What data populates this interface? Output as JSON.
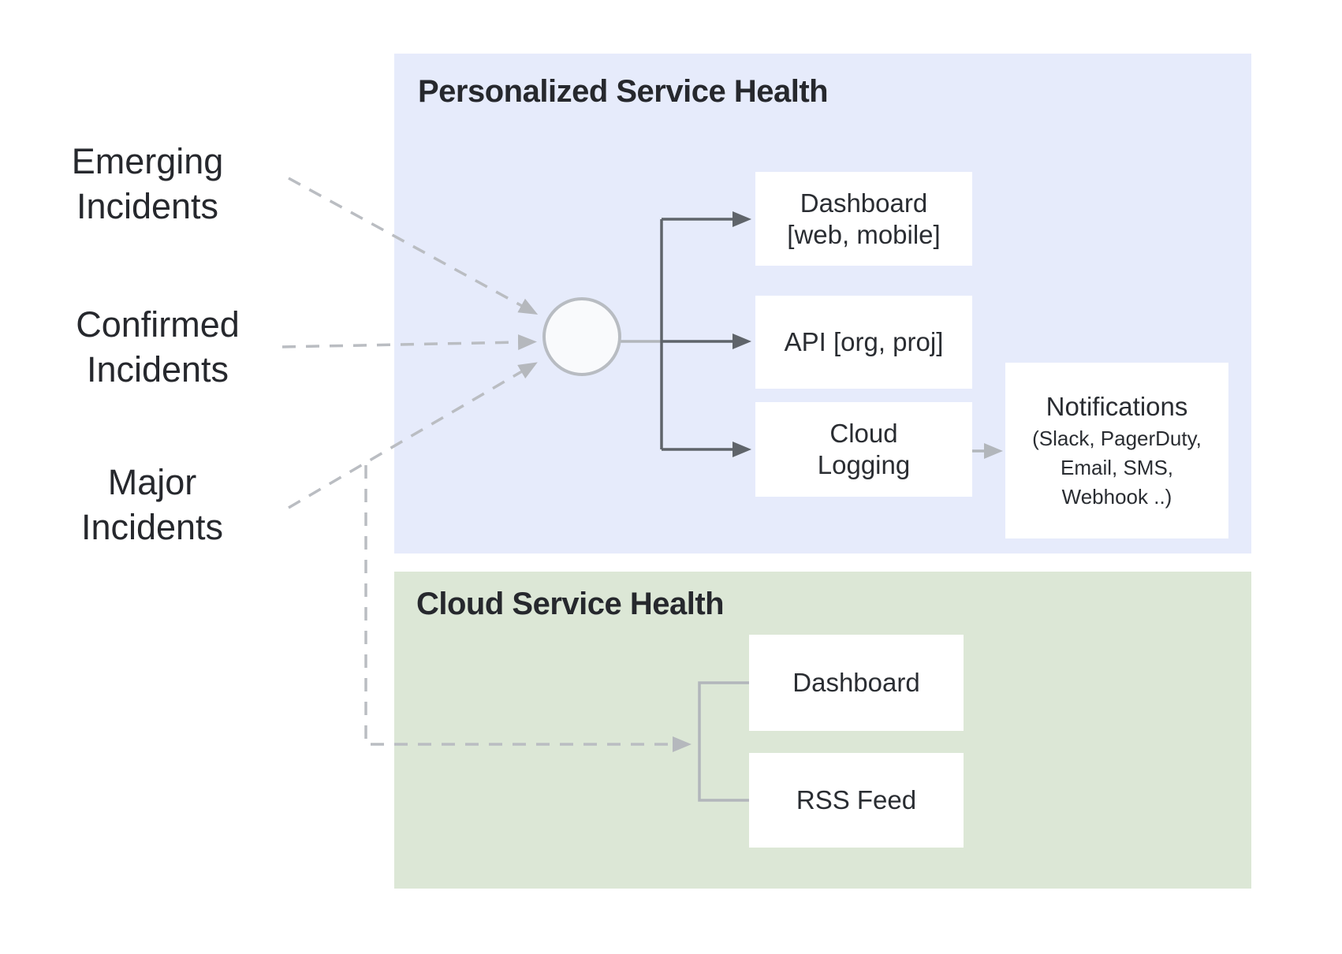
{
  "inputs": {
    "emerging": {
      "line1": "Emerging",
      "line2": "Incidents"
    },
    "confirmed": {
      "line1": "Confirmed",
      "line2": "Incidents"
    },
    "major": {
      "line1": "Major",
      "line2": "Incidents"
    }
  },
  "panels": {
    "personalized": {
      "title": "Personalized Service Health",
      "nodes": {
        "dashboard": {
          "line1": "Dashboard",
          "line2": "[web, mobile]"
        },
        "api": {
          "label": "API [org, proj]"
        },
        "cloud_logging": {
          "line1": "Cloud",
          "line2": "Logging"
        },
        "notifications": {
          "title": "Notifications",
          "sub1": "(Slack, PagerDuty,",
          "sub2": "Email, SMS,",
          "sub3": "Webhook ..)"
        }
      }
    },
    "cloud": {
      "title": "Cloud Service Health",
      "nodes": {
        "dashboard": {
          "label": "Dashboard"
        },
        "rss": {
          "label": "RSS Feed"
        }
      }
    }
  },
  "colors": {
    "personalized_panel_bg": "#e6ebfb",
    "cloud_panel_bg": "#dce7d6",
    "node_bg": "#ffffff",
    "dark_arrow": "#5f646a",
    "light_arrow": "#b2b6bb",
    "dashed_line": "#babdc2",
    "circle_fill": "#f9fafc",
    "circle_border": "#b8bcc2",
    "text": "#26282d"
  }
}
